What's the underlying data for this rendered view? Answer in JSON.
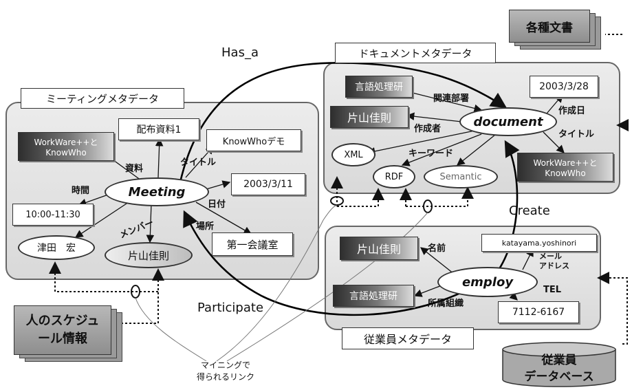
{
  "edges": {
    "has_a": "Has_a",
    "create": "Create",
    "participate": "Participate",
    "mining_link": "マイニングで\n得られるリンク"
  },
  "meeting_panel": {
    "title": "ミーティングメタデータ",
    "center": "Meeting",
    "nodes": {
      "workware": "WorkWare++と\nKnowWho",
      "handout": "配布資料1",
      "knowwho_demo": "KnowWhoデモ",
      "date": "2003/3/11",
      "time": "10:00-11:30",
      "member1": "津田　宏",
      "member2": "片山佳則",
      "place": "第一会議室"
    },
    "edges": {
      "material": "資料",
      "title": "タイトル",
      "time": "時間",
      "date": "日付",
      "member": "メンバー",
      "place": "場所"
    }
  },
  "document_panel": {
    "title": "ドキュメントメタデータ",
    "center": "document",
    "nodes": {
      "lang_lab": "言語処理研",
      "author": "片山佳則",
      "date": "2003/3/28",
      "title_node": "WorkWare++と\nKnowWho",
      "xml": "XML",
      "rdf": "RDF",
      "semantic": "Semantic"
    },
    "edges": {
      "dept": "関連部署",
      "author": "作成者",
      "created": "作成日",
      "title": "タイトル",
      "keyword": "キーワード"
    }
  },
  "employee_panel": {
    "title": "従業員メタデータ",
    "center": "employ",
    "nodes": {
      "name": "片山佳則",
      "email": "katayama.yoshinori",
      "org": "言語処理研",
      "tel": "7112-6167"
    },
    "edges": {
      "name": "名前",
      "mail": "メール\nアドレス",
      "tel": "TEL",
      "org": "所属組織"
    }
  },
  "sources": {
    "documents": "各種文書",
    "schedule": "人のスケジュ\nール情報",
    "employee_db": "従業員\nデータベース"
  }
}
